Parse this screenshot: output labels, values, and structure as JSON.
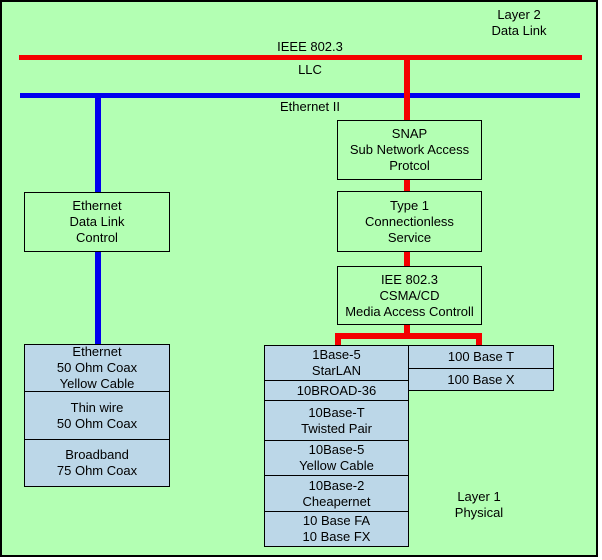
{
  "colors": {
    "background_green": "#B3FFB3",
    "box_fill_blue": "#BCD7E8",
    "bus_red": "#F40000",
    "bus_blue": "#0000EE",
    "border_black": "#000000"
  },
  "layer2_label": {
    "line1": "Layer 2",
    "line2": "Data Link"
  },
  "layer1_label": {
    "line1": "Layer 1",
    "line2": "Physical"
  },
  "bus_labels": {
    "ieee_8023": "IEEE 802.3",
    "llc": "LLC",
    "ethernet_ii": "Ethernet II"
  },
  "boxes": {
    "snap": [
      "SNAP",
      "Sub Network Access",
      "Protcol"
    ],
    "type1": [
      "Type 1",
      "Connectionless",
      "Service"
    ],
    "mac": [
      "IEE 802.3",
      "CSMA/CD",
      "Media Access Controll"
    ],
    "edlc": [
      "Ethernet",
      "Data Link",
      "Control"
    ]
  },
  "left_stack": [
    [
      "Ethernet",
      "50 Ohm Coax",
      "Yellow Cable"
    ],
    [
      "Thin wire",
      "50 Ohm Coax"
    ],
    [
      "Broadband",
      "75 Ohm Coax"
    ]
  ],
  "middle_stack": [
    [
      "1Base-5",
      "StarLAN"
    ],
    [
      "10BROAD-36"
    ],
    [
      "10Base-T",
      "Twisted Pair"
    ],
    [
      "10Base-5",
      "Yellow Cable"
    ],
    [
      "10Base-2",
      "Cheapernet"
    ],
    [
      "10 Base FA",
      "10 Base FX"
    ]
  ],
  "right_stack": [
    [
      "100 Base T"
    ],
    [
      "100 Base X"
    ]
  ]
}
